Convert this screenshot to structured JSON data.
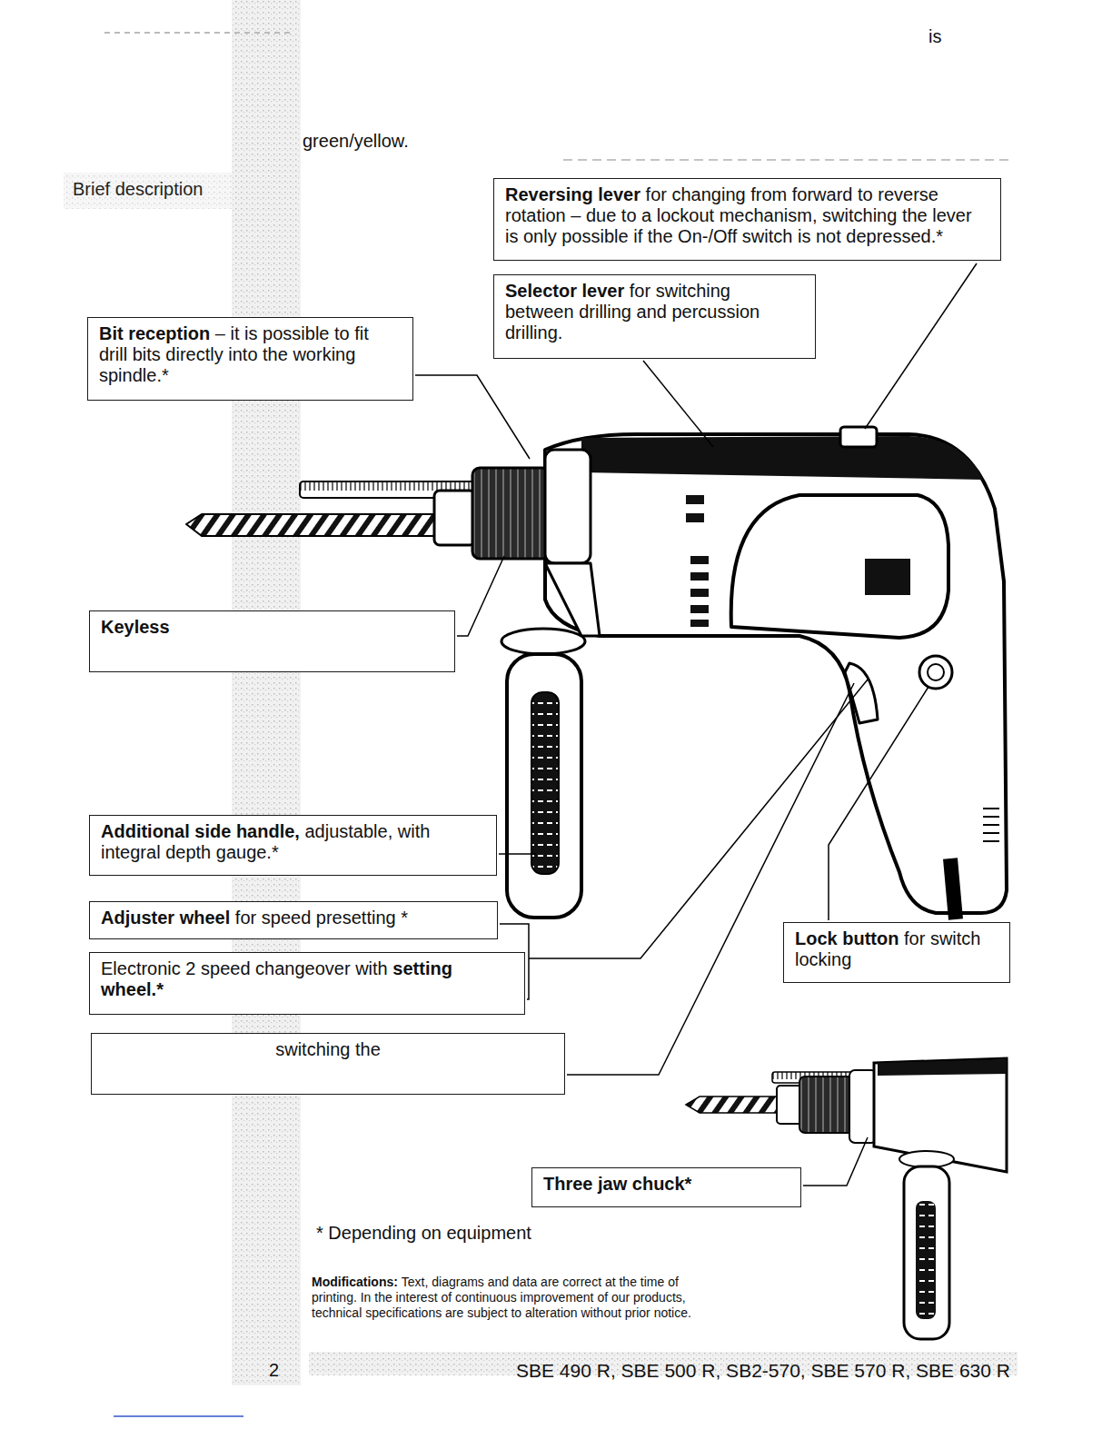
{
  "diagram": {
    "title": "Brief description",
    "nodes": [
      {
        "text": [
          "Reversing lever",
          "for changing from forward to reverse rotation – due to a lockout mechanism, switching the lever is only possible if the On-/Off switch is not depressed.*"
        ]
      },
      {
        "text": [
          "Selector lever",
          "for switching between drilling and percussion drilling."
        ]
      },
      {
        "text": [
          "Bit reception",
          "– it is possible to fit drill bits directly into the working spindle.*"
        ]
      },
      {
        "text": [
          "Keyless"
        ]
      },
      {
        "text": [
          "Additional side handle,",
          "adjustable, with integral depth gauge.*"
        ]
      },
      {
        "text": [
          "Adjuster wheel",
          "for speed presetting *"
        ]
      },
      {
        "text": [
          "Lock button",
          "for switch locking"
        ]
      },
      {
        "text": [
          "Electronic 2 speed changeover with",
          "setting wheel.*"
        ]
      },
      {
        "text": [
          "switching the"
        ]
      },
      {
        "text": [
          "Three jaw chuck*"
        ]
      }
    ],
    "labels": [
      "is",
      "green/yellow.",
      "* Depending on equipment",
      "Modifications:",
      "Text, diagrams and data are correct at the time of printing. In the interest of continuous improvement of our products, technical specifications are subject to alteration without prior notice.",
      "2",
      "SBE 490 R, SBE 500 R, SB2-570, SBE 570 R, SBE 630 R"
    ]
  }
}
